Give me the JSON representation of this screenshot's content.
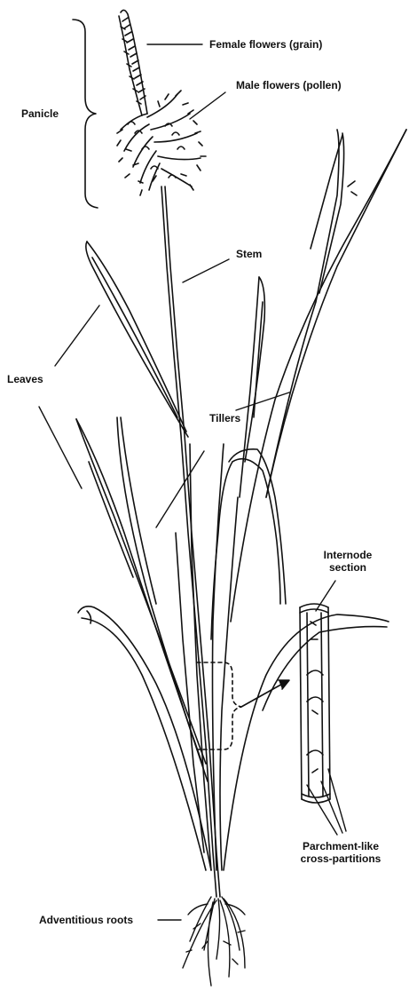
{
  "labels": {
    "female_flowers": "Female flowers (grain)",
    "male_flowers": "Male flowers (pollen)",
    "panicle": "Panicle",
    "stem": "Stem",
    "leaves": "Leaves",
    "tillers": "Tillers",
    "internode_line1": "Internode",
    "internode_line2": "section",
    "parchment_line1": "Parchment-like",
    "parchment_line2": "cross-partitions",
    "adventitious_roots": "Adventitious roots"
  },
  "colors": {
    "ink": "#111111",
    "background": "#ffffff"
  }
}
